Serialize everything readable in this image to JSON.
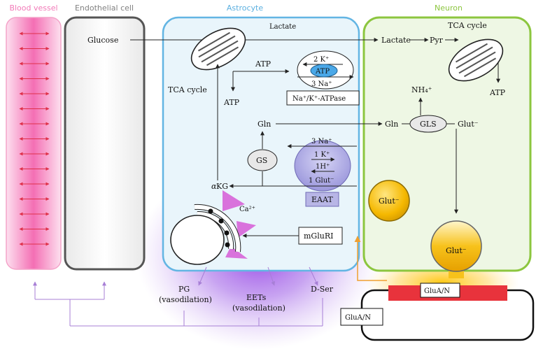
{
  "headers": {
    "blood_vessel": "Blood vessel",
    "endothelial_cell": "Endothelial cell",
    "astrocyte": "Astrocyte",
    "neuron": "Neuron"
  },
  "colors": {
    "blood_vessel": "#f27ab8",
    "endothelial": "#808080",
    "astrocyte": "#5cb0e0",
    "neuron": "#8cc63f",
    "purple_glow": "#8a2be2",
    "glut_vesicle": "#f5b800",
    "receptor_red": "#e8333c",
    "eaat_fill": "#b8b6e6",
    "atp_fill": "#4aa8e8"
  },
  "labels": {
    "glucose": "Glucose",
    "lactate_astro": "Lactate",
    "lactate_neuron": "Lactate",
    "pyr": "Pyr",
    "tca_astro": "TCA cycle",
    "tca_neuron": "TCA cycle",
    "atp_top": "ATP",
    "atp_astro": "ATP",
    "atp_neuron": "ATP",
    "pump_2k": "2 K⁺",
    "pump_atp": "ATP",
    "pump_3na": "3 Na⁺",
    "pump_name": "Na⁺/K⁺-ATPase",
    "nh4": "NH₄⁺",
    "gln_astro": "Gln",
    "gln_neuron": "Gln",
    "gls": "GLS",
    "glut_neuron": "Glut⁻",
    "eaat_3na": "3 Na⁺",
    "eaat_1k": "1 K⁺",
    "eaat_1h": "1H⁺",
    "eaat_glut": "1 Glut⁻",
    "eaat": "EAAT",
    "gs": "GS",
    "akg_italic": "α",
    "akg": "KG",
    "ca": "Ca²⁺",
    "mglur": "mGluRI",
    "glut_vesicle": "Glut⁻",
    "glut_terminal": "Glut⁻",
    "glua_top": "GluA/N",
    "glua_bottom": "GluA/N",
    "pg": "PG",
    "pg_sub": "(vasodilation)",
    "eets": "EETs",
    "eets_sub": "(vasodilation)",
    "dser": "D-Ser"
  }
}
